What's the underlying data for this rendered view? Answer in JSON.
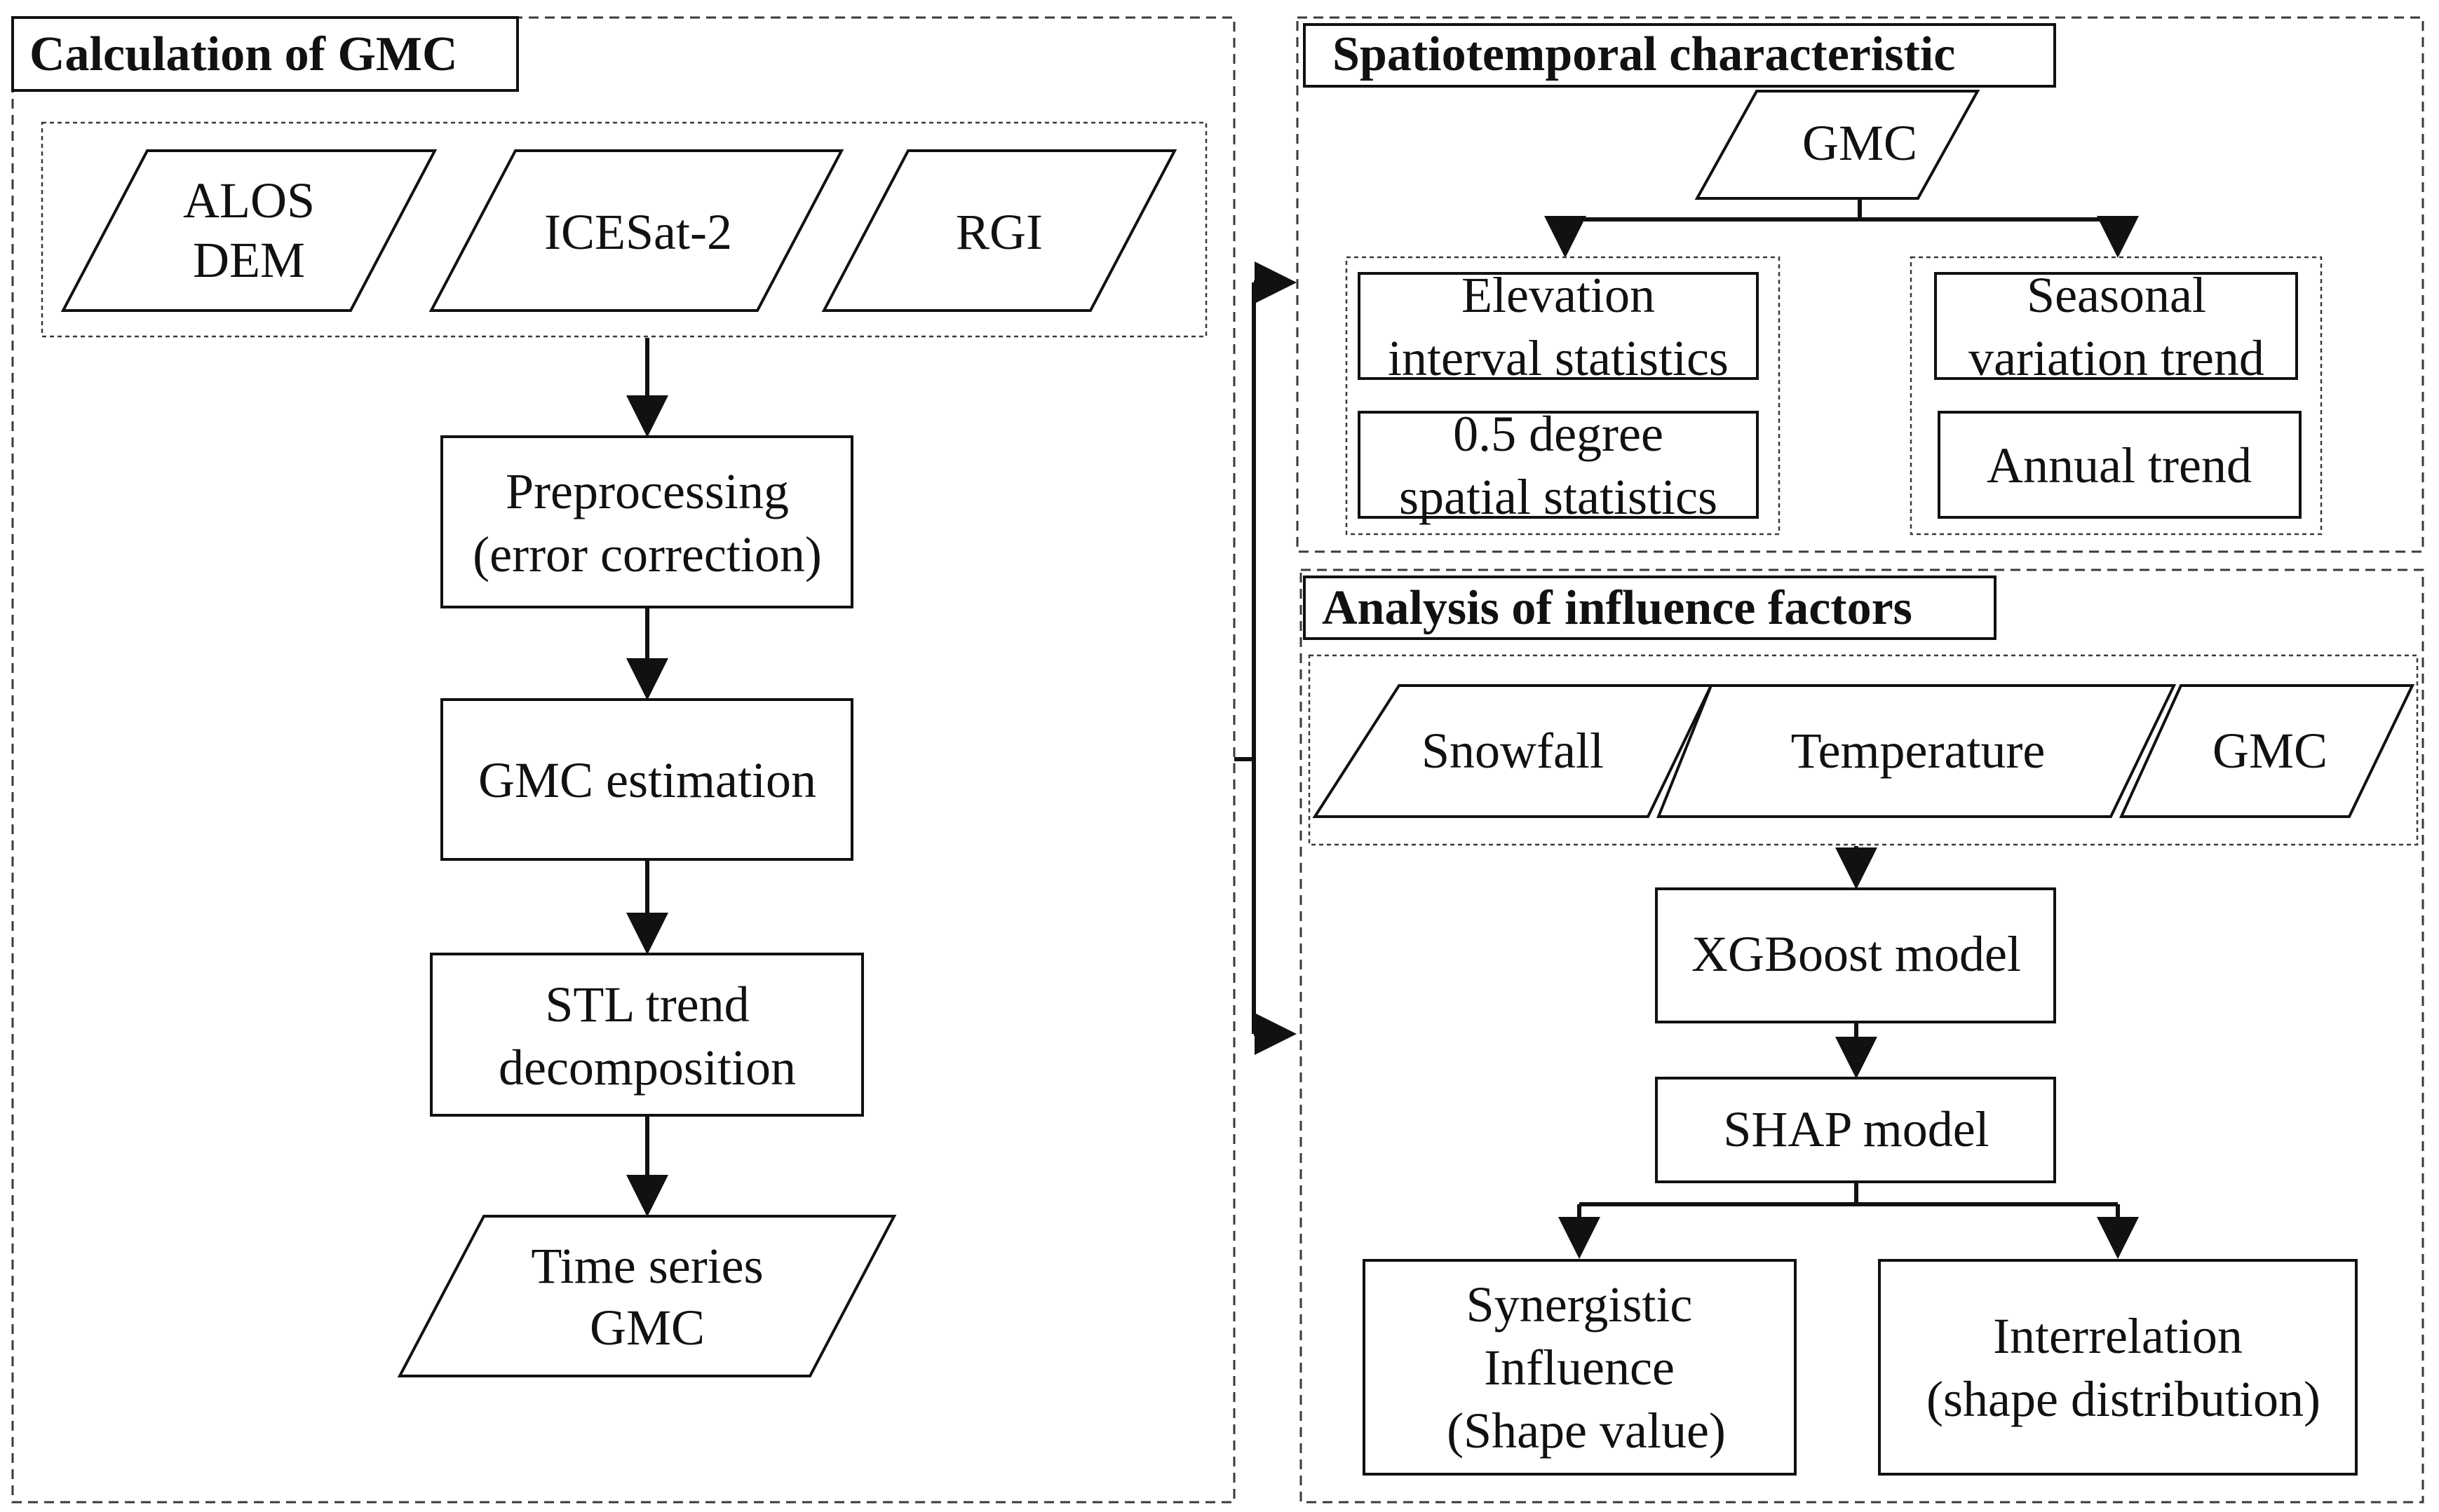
{
  "panels": {
    "calc": {
      "title": "Calculation of GMC",
      "inputs": {
        "alos_line1": "ALOS",
        "alos_line2": "DEM",
        "icesat": "ICESat-2",
        "rgi": "RGI"
      },
      "preprocessing_line1": "Preprocessing",
      "preprocessing_line2": "(error correction)",
      "gmc_estimation": "GMC estimation",
      "stl_line1": "STL trend",
      "stl_line2": "decomposition",
      "timeseries_line1": "Time series",
      "timeseries_line2": "GMC"
    },
    "spatio": {
      "title": "Spatiotemporal characteristic",
      "gmc": "GMC",
      "elev_line1": "Elevation",
      "elev_line2": "interval statistics",
      "deg_line1": "0.5 degree",
      "deg_line2": "spatial statistics",
      "seasonal_line1": "Seasonal",
      "seasonal_line2": "variation trend",
      "annual": "Annual trend"
    },
    "influence": {
      "title": "Analysis of influence factors",
      "snowfall": "Snowfall",
      "temperature": "Temperature",
      "gmc": "GMC",
      "xgboost": "XGBoost model",
      "shap": "SHAP model",
      "syn_line1": "Synergistic",
      "syn_line2": "Influence",
      "syn_line3": "(Shape value)",
      "inter_line1": "Interrelation",
      "inter_line2": "(shape distribution)"
    }
  },
  "colors": {
    "stroke": "#111111",
    "background": "#ffffff"
  }
}
